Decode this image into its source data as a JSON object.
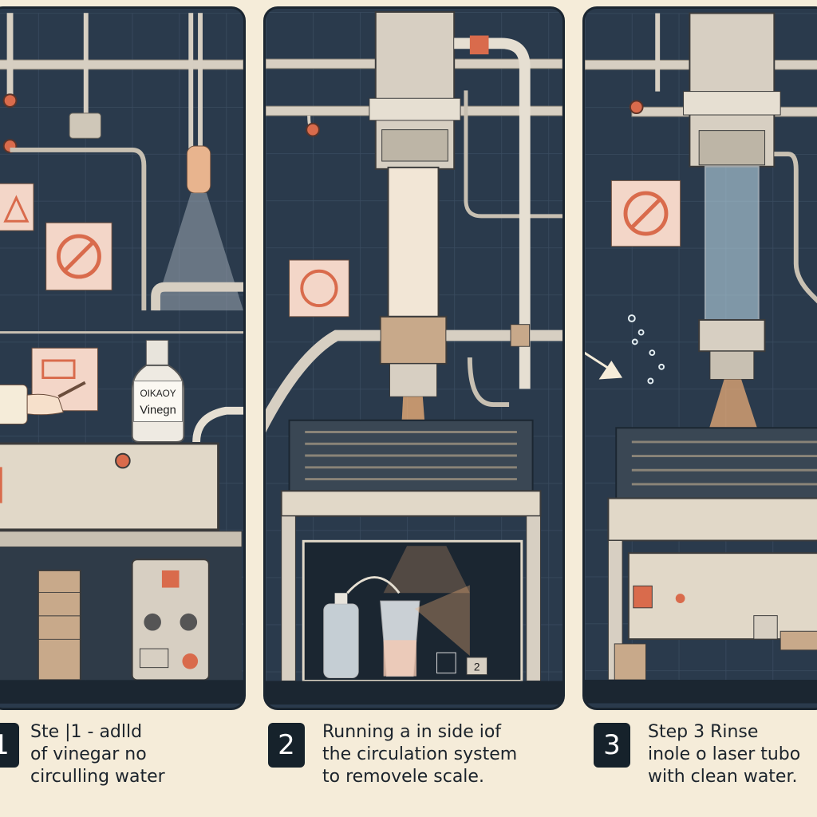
{
  "panels": [
    {
      "step": "1",
      "caption_lines": [
        "Ste |1  - adlld",
        "of vinegar no",
        "circulling  water"
      ],
      "bottle_label_top": "OIKAOY",
      "bottle_label_bottom": "Vinegn"
    },
    {
      "step": "2",
      "caption_lines": [
        "Running  a  in side  iof",
        "the circulation system",
        "to removele scale."
      ],
      "bottle_label_small": "2"
    },
    {
      "step": "3",
      "caption_lines": [
        "Step  3 Rinse",
        "inole o  laser tubo",
        "with clean water."
      ]
    }
  ],
  "colors": {
    "background": "#f5ecd9",
    "panel_bg": "#2a3a4c",
    "metal": "#d9d2c4",
    "spark": "#f6b47a",
    "sign": "#f3d6c8"
  }
}
